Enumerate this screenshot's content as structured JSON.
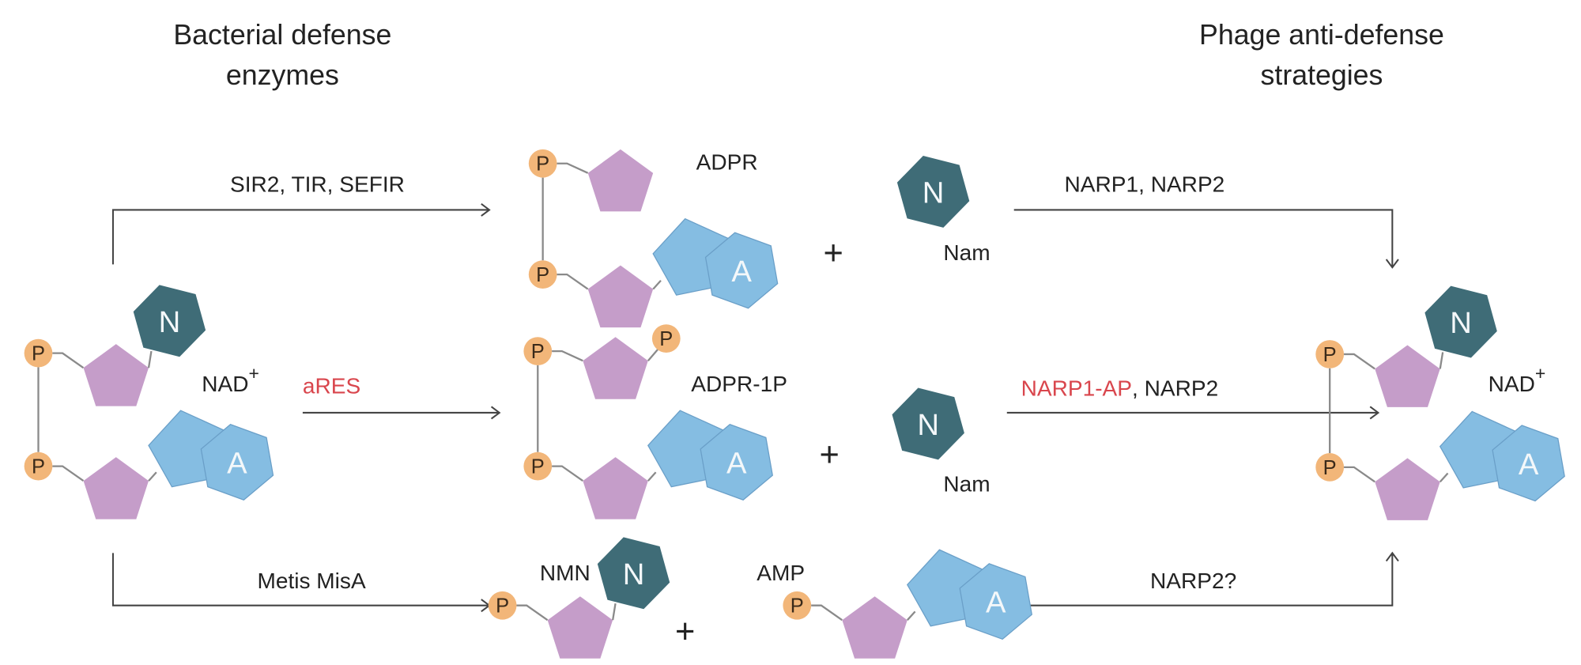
{
  "titles": {
    "left_line1": "Bacterial defense",
    "left_line2": "enzymes",
    "right_line1": "Phage anti-defense",
    "right_line2": "strategies"
  },
  "reactions": {
    "top_left": "SIR2, TIR, SEFIR",
    "middle_left": "aRES",
    "bottom_left": "Metis MisA",
    "top_right": "NARP1, NARP2",
    "middle_right_red": "NARP1-AP",
    "middle_right_black": ", NARP2",
    "bottom_right": "NARP2?"
  },
  "molecules": {
    "nad_left": "NAD",
    "nad_right": "NAD",
    "nad_charge": "+",
    "adpr": "ADPR",
    "adpr1p": "ADPR-1P",
    "nam": "Nam",
    "nmn": "NMN",
    "amp": "AMP",
    "phosphate": "P",
    "nicotinamide": "N",
    "adenine": "A",
    "plus": "+"
  },
  "colors": {
    "phosphate": "#f2b679",
    "ribose": "#c59dc9",
    "nicotinamide": "#3f6c77",
    "adenine": "#85bde2",
    "adenine_edge": "#6a9fc8",
    "highlight_red": "#d9464d"
  }
}
